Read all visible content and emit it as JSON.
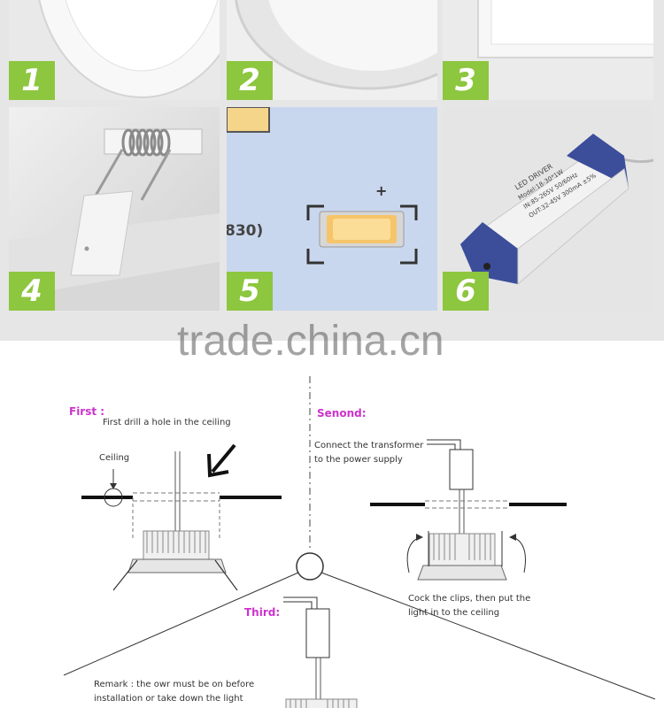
{
  "photos": {
    "tiles": [
      {
        "number": "1"
      },
      {
        "number": "2"
      },
      {
        "number": "3"
      },
      {
        "number": "4"
      },
      {
        "number": "5"
      },
      {
        "number": "6"
      }
    ],
    "led_label_plus": "+",
    "board_marking": "830)",
    "driver_label_lines": [
      "LED DRIVER",
      "Model:18-30*1W",
      "IN:85-265V  50/60Hz",
      "OUT:32-45V 300mA ±5%"
    ],
    "watermark": "trade.china.cn",
    "accent_color": "#8dc63f"
  },
  "diagram": {
    "first": {
      "title": "First :",
      "instruction": "First drill a hole in the ceiling",
      "ceiling_label": "Ceiling"
    },
    "second": {
      "title": "Senond:",
      "instruction_line1": "Connect  the  transformer",
      "instruction_line2": "to the power supply",
      "clip_line1": "Cock  the  clips,  then  put  the",
      "clip_line2": "light in to the ceiling"
    },
    "third": {
      "title": "Third:"
    },
    "remark": {
      "line1": "Remark : the owr must be on before",
      "line2": "installation or take down the light"
    },
    "title_color": "#cc33cc"
  }
}
